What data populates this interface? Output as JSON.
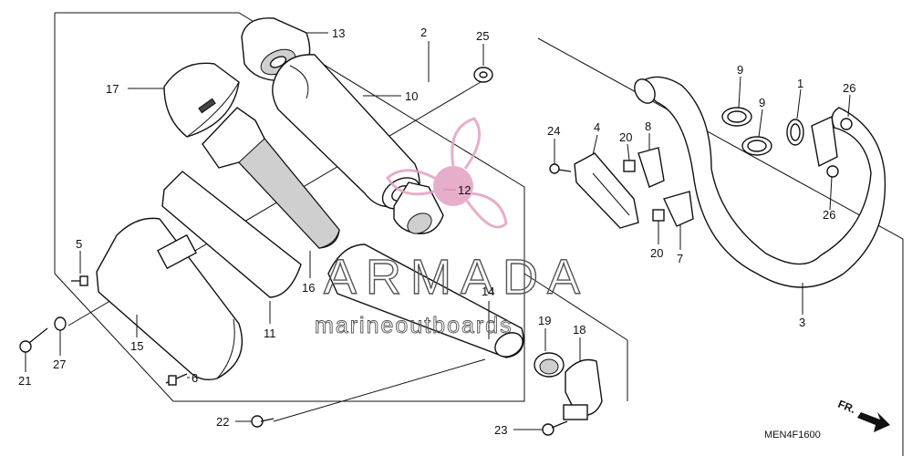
{
  "diagram": {
    "code": "MEN4F1600",
    "front_marker": "FR."
  },
  "watermark": {
    "title": "ARMADA",
    "subtitle": "marineoutboards",
    "brand_color": "#e3a1c2"
  },
  "labels": {
    "p1": "1",
    "p2": "2",
    "p3": "3",
    "p4": "4",
    "p5": "5",
    "p6": "6",
    "p7": "7",
    "p8": "8",
    "p9a": "9",
    "p9b": "9",
    "p10": "10",
    "p11": "11",
    "p12": "12",
    "p13": "13",
    "p14": "14",
    "p15": "15",
    "p16": "16",
    "p17": "17",
    "p18": "18",
    "p19": "19",
    "p20a": "20",
    "p20b": "20",
    "p21": "21",
    "p22": "22",
    "p23": "23",
    "p24": "24",
    "p25": "25",
    "p26a": "26",
    "p26b": "26",
    "p27": "27"
  }
}
